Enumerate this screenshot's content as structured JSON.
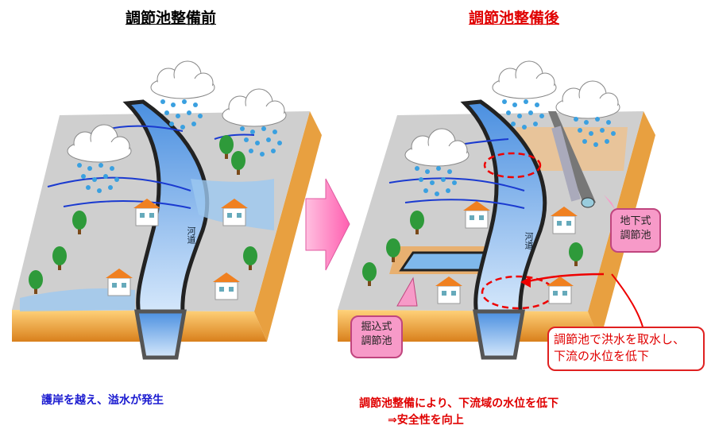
{
  "before": {
    "title": "調節池整備前",
    "river_label": "河道",
    "caption": "護岸を越え、溢水が発生"
  },
  "after": {
    "title": "調節池整備後",
    "river_label": "河道",
    "underground_label": "地下式\n調節池",
    "underground_line1": "地下式",
    "underground_line2": "調節池",
    "excavated_line1": "掘込式",
    "excavated_line2": "調節池",
    "callout_line1": "調節池で洪水を取水し、",
    "callout_line2": "下流の水位を低下",
    "caption_line1": "調節池整備により、下流域の水位を低下",
    "caption_line2": "⇒安全性を向上"
  },
  "colors": {
    "before_title": "#000000",
    "after_title": "#e00000",
    "before_caption": "#1a1ad0",
    "after_caption": "#e00000",
    "ground_top": "#cfcfcf",
    "ground_side": "#f0a030",
    "water": "#7fb8ec",
    "arrow": "#ff8cc8"
  }
}
